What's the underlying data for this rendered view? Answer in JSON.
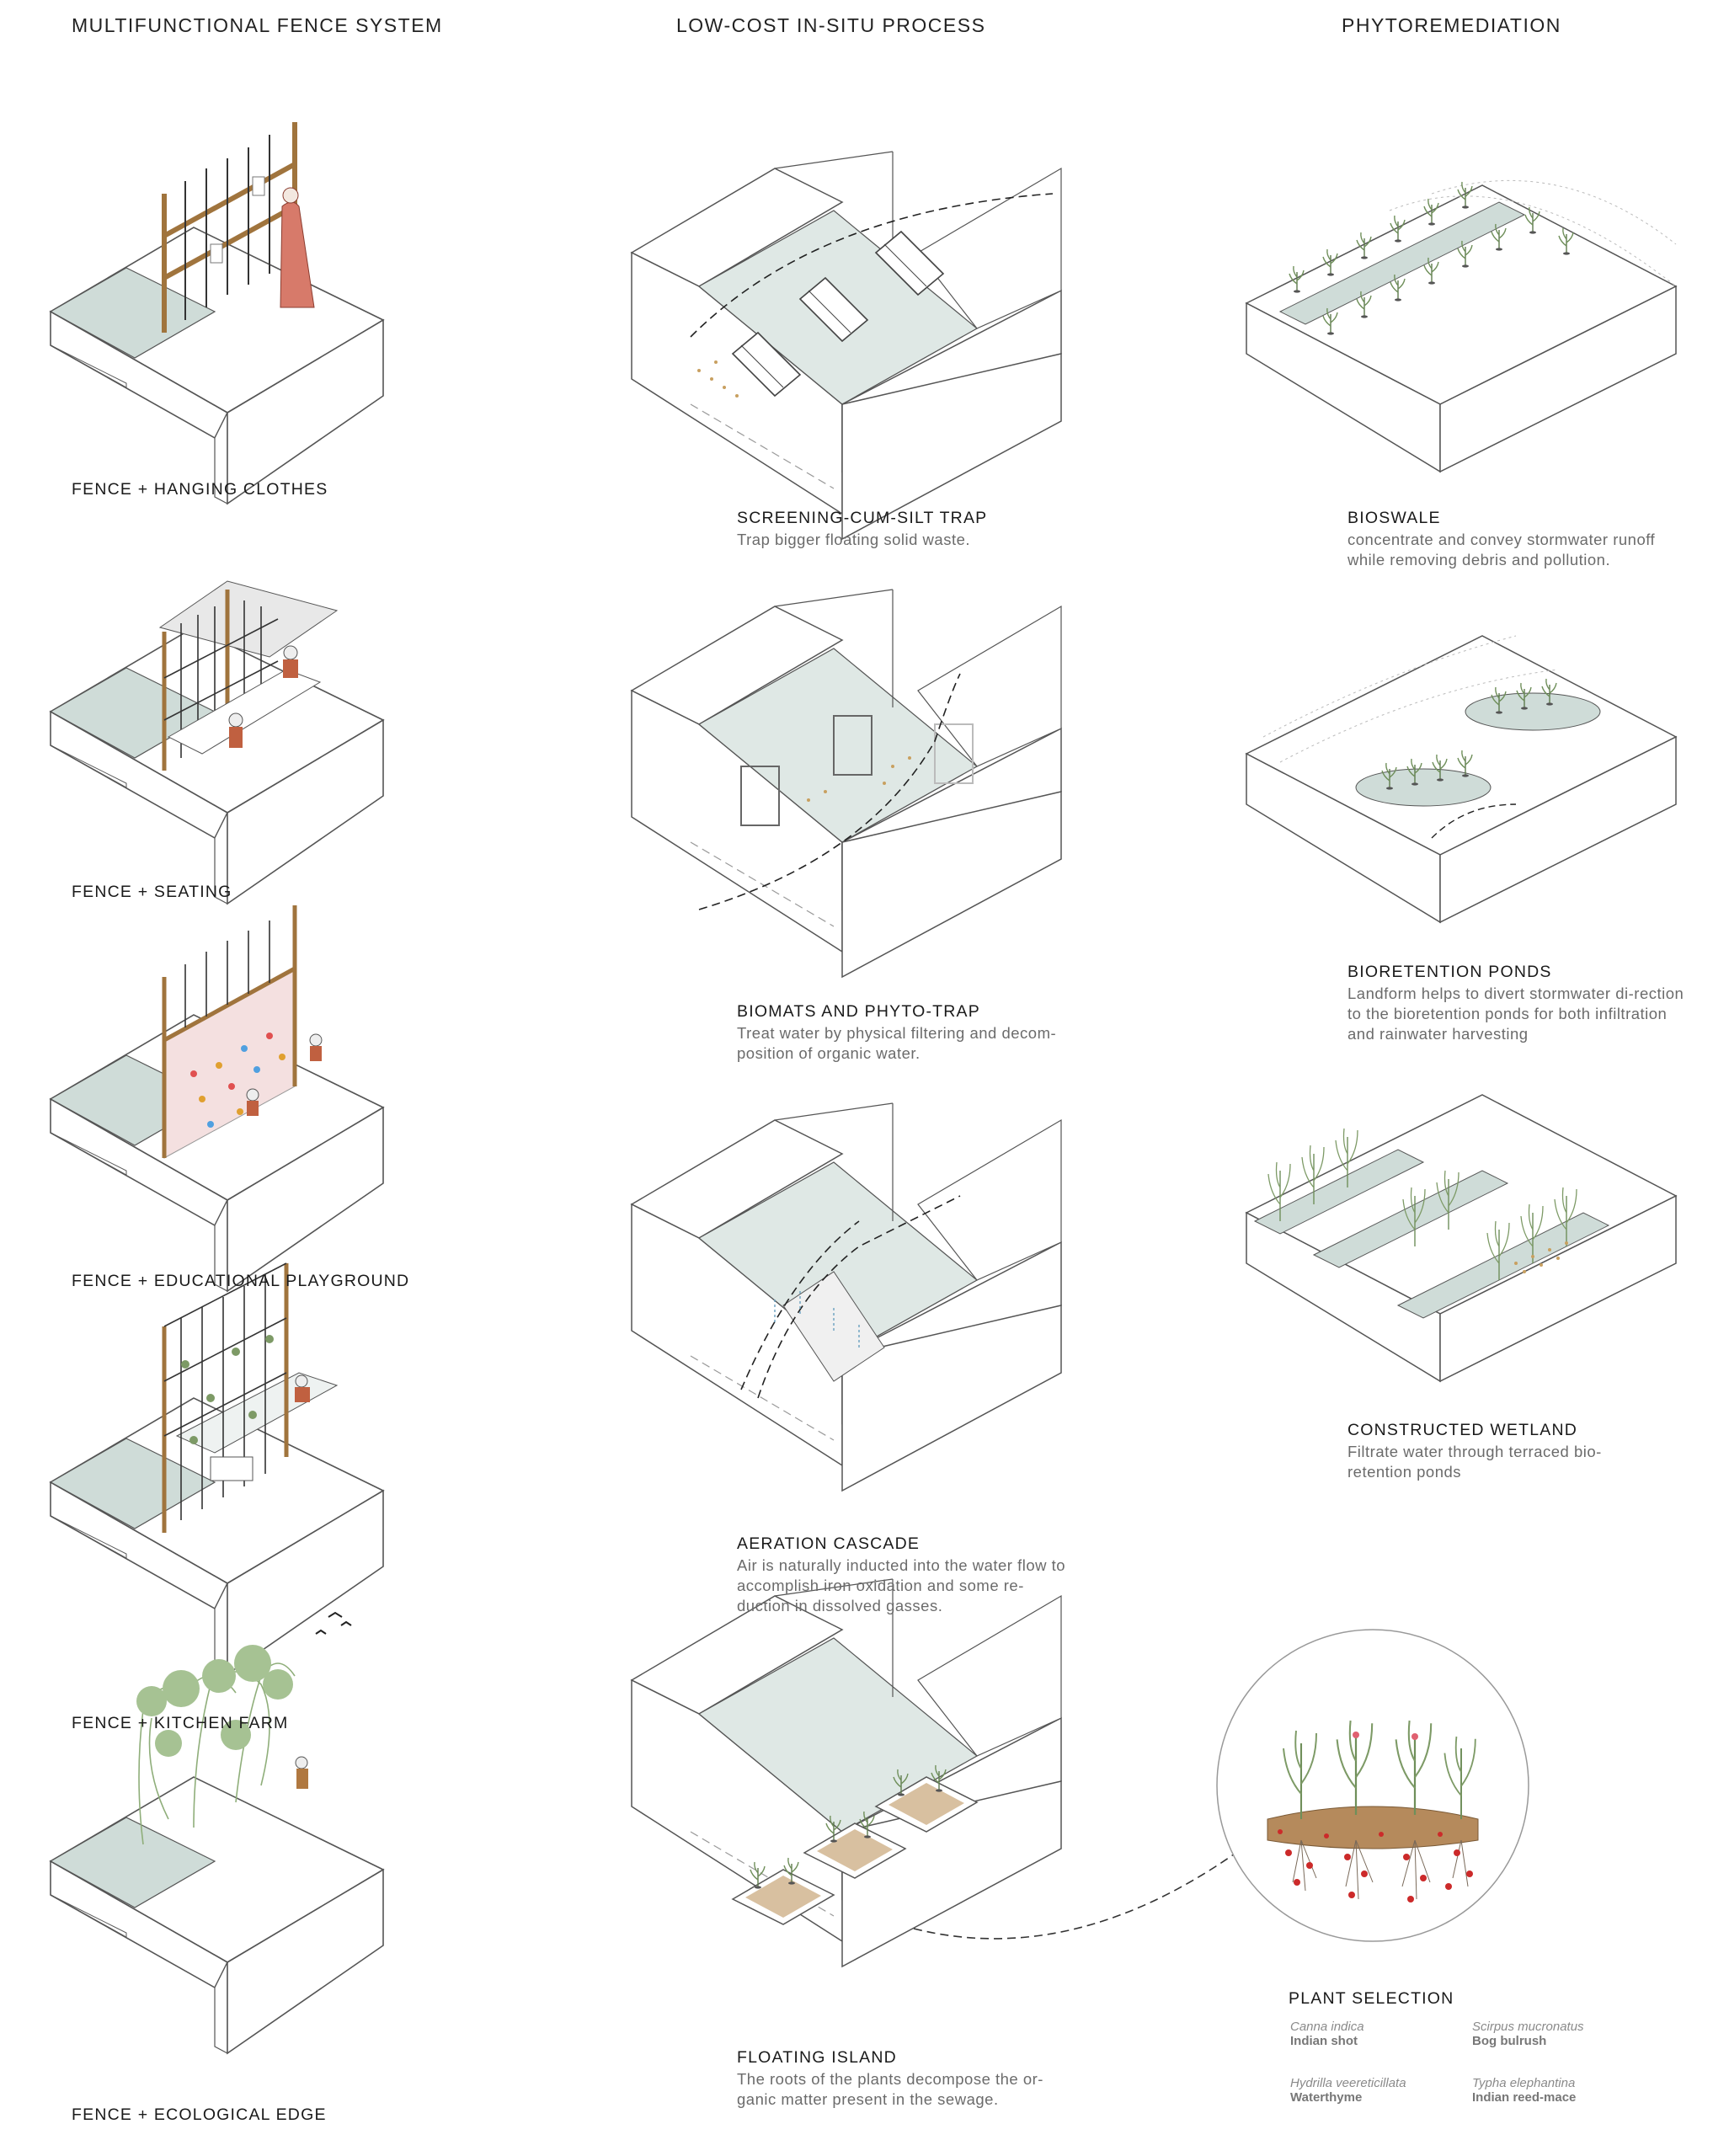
{
  "columns": {
    "fence": {
      "heading": "MULTIFUNCTIONAL FENCE SYSTEM",
      "items": [
        {
          "label": "FENCE + HANGING CLOTHES"
        },
        {
          "label": "FENCE + SEATING"
        },
        {
          "label": "FENCE + EDUCATIONAL PLAYGROUND"
        },
        {
          "label": "FENCE + KITCHEN FARM"
        },
        {
          "label": "FENCE + ECOLOGICAL EDGE"
        }
      ]
    },
    "insitu": {
      "heading": "LOW-COST IN-SITU PROCESS",
      "items": [
        {
          "title": "SCREENING-CUM-SILT TRAP",
          "desc": "Trap bigger floating solid waste."
        },
        {
          "title": "BIOMATS AND PHYTO-TRAP",
          "desc": "Treat water by physical filtering and decom-position of organic water."
        },
        {
          "title": "AERATION CASCADE",
          "desc": "Air is naturally inducted into the water flow to accomplish iron oxidation and some re-duction in dissolved gasses."
        },
        {
          "title": "FLOATING ISLAND",
          "desc": "The roots of the plants decompose the or-ganic matter present in the sewage."
        }
      ]
    },
    "phyto": {
      "heading": "PHYTOREMEDIATION",
      "items": [
        {
          "title": "BIOSWALE",
          "desc": "concentrate and convey stormwater runoff while removing debris and pollution."
        },
        {
          "title": "BIORETENTION PONDS",
          "desc": "Landform helps to divert stormwater di-rection to the bioretention ponds for both infiltration and rainwater harvesting"
        },
        {
          "title": "CONSTRUCTED WETLAND",
          "desc": "Filtrate water through terraced bio-retention ponds"
        }
      ]
    }
  },
  "plant_selection": {
    "title": "PLANT SELECTION",
    "plants": [
      {
        "scientific": "Canna indica",
        "common": "Indian shot"
      },
      {
        "scientific": "Scirpus mucronatus",
        "common": "Bog bulrush"
      },
      {
        "scientific": "Hydrilla veereticillata",
        "common": "Waterthyme"
      },
      {
        "scientific": "Typha elephantina",
        "common": "Indian reed-mace"
      }
    ]
  },
  "colors": {
    "water": "#cfdcd8",
    "wood": "#a0743d",
    "line": "#4a4a4a",
    "plant": "#6f8f5a",
    "root_dot": "#cc2a2a",
    "soil": "#b58a5c"
  }
}
